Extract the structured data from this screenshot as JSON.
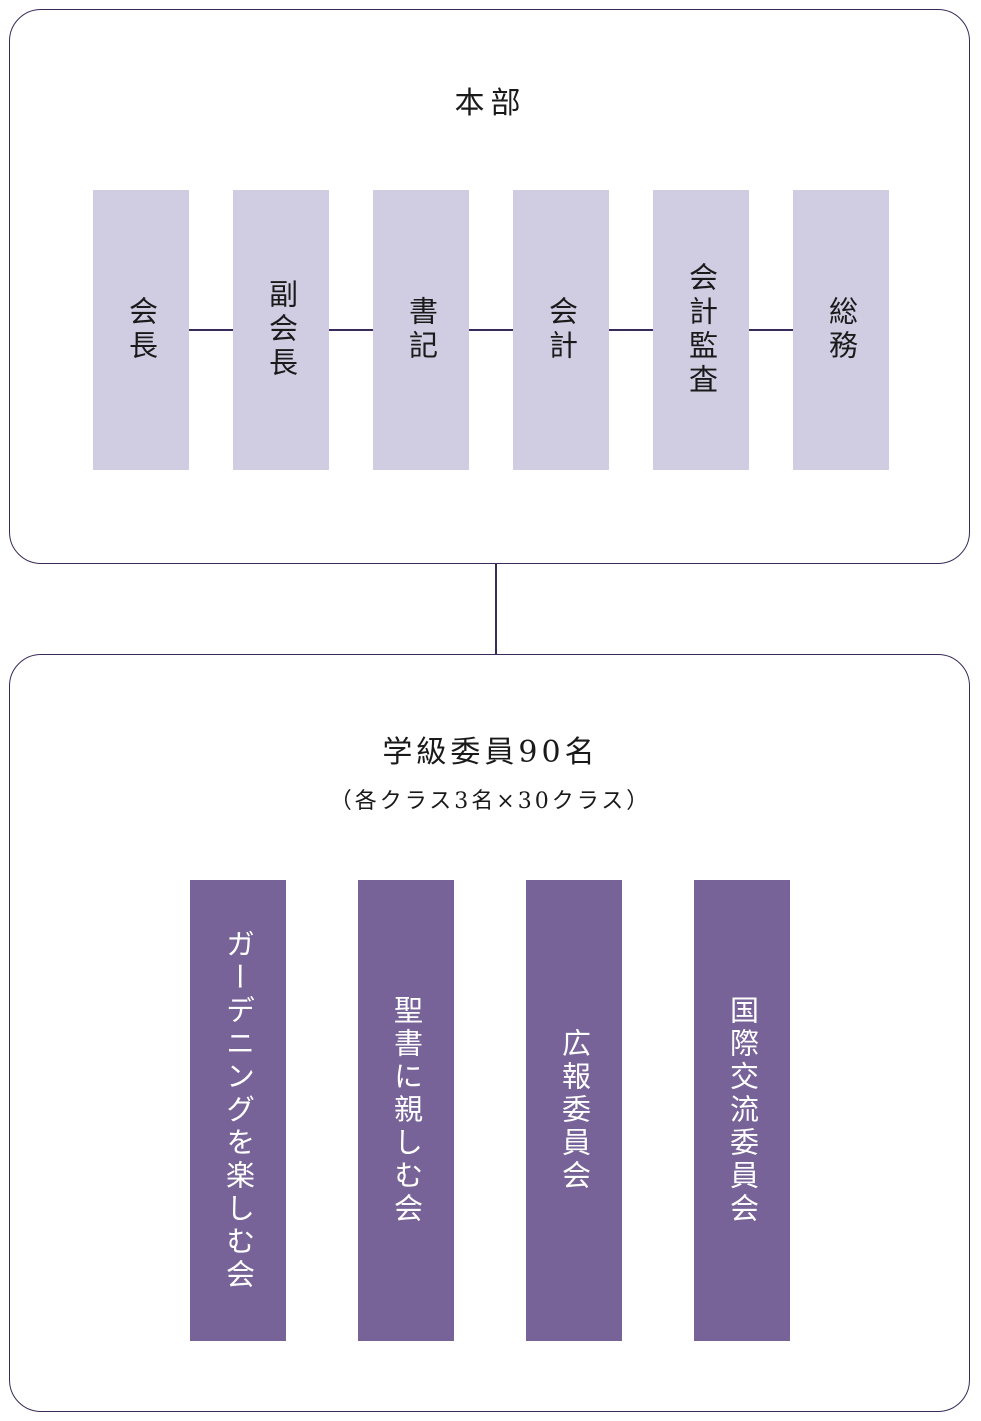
{
  "headquarters": {
    "title": "本部",
    "roles": [
      "会長",
      "副会長",
      "書記",
      "会計",
      "会計監査",
      "総務"
    ]
  },
  "class_committee": {
    "title": "学級委員90名",
    "subtitle": "（各クラス3名×30クラス）",
    "groups": [
      "ガーデニングを楽しむ会",
      "聖書に親しむ会",
      "広報委員会",
      "国際交流委員会"
    ]
  },
  "colors": {
    "border": "#3a2a5a",
    "role_box": "#d0cce2",
    "group_box": "#776398"
  }
}
